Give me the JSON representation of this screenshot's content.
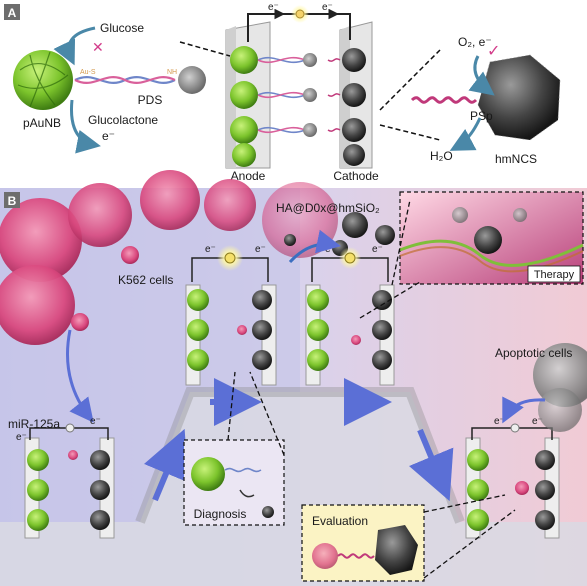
{
  "panel_a": {
    "label": "A",
    "labels": {
      "glucose": "Glucose",
      "pds": "PDS",
      "glucolactone": "Glucolactone",
      "e_minus": "e⁻",
      "pAuNB": "pAuNB",
      "anode": "Anode",
      "cathode": "Cathode",
      "o2_e": "O₂, e⁻",
      "psp": "PSp",
      "h2o": "H₂O",
      "hmNCS": "hmNCS",
      "au_s": "Au-S",
      "nh": "NH",
      "circuit_e_left": "e⁻",
      "circuit_e_right": "e⁻"
    }
  },
  "panel_b": {
    "label": "B",
    "labels": {
      "k562": "K562 cells",
      "drug": "HA@D0x@hmSiO₂",
      "therapy": "Therapy",
      "apoptotic": "Apoptotic cells",
      "mir125a": "miR-125a",
      "diagnosis": "Diagnosis",
      "evaluation": "Evaluation",
      "e_minus": "e⁻"
    }
  },
  "colors": {
    "green_np": "#8ed23a",
    "green_dark": "#3f7d12",
    "dark_np": "#3b3b3b",
    "blue_bg": "#c7c9e8",
    "pink_bg": "#efc8d3",
    "cell_pink": "#e6417f",
    "arrow_blue": "#5b6fd6",
    "therapy_bg": "#c24a82",
    "eval_box": "#fbf3c4"
  }
}
